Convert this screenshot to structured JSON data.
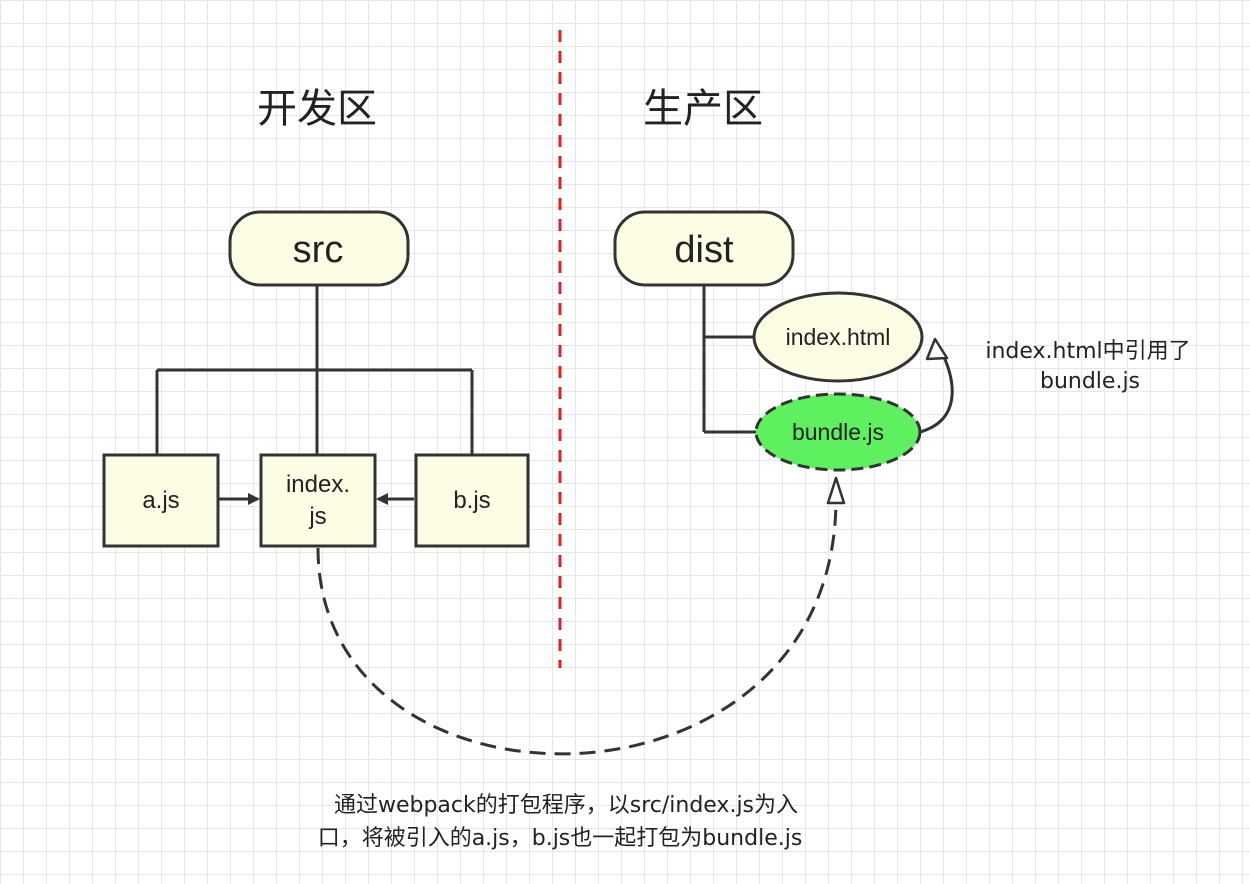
{
  "zones": {
    "dev_title": "开发区",
    "prod_title": "生产区"
  },
  "dev": {
    "root": "src",
    "a_file": "a.js",
    "index_file_line1": "index.",
    "index_file_line2": "js",
    "b_file": "b.js"
  },
  "prod": {
    "root": "dist",
    "html_file": "index.html",
    "bundle_file": "bundle.js"
  },
  "notes": {
    "reference_line1": "index.html中引用了",
    "reference_line2": "bundle.js",
    "bundle_line1": "通过webpack的打包程序，以src/index.js为入",
    "bundle_line2": "口，将被引入的a.js，b.js也一起打包为bundle.js"
  },
  "colors": {
    "divider": "#e02020",
    "node_fill": "#fdfde6",
    "bundle_fill": "#5ef05e"
  }
}
